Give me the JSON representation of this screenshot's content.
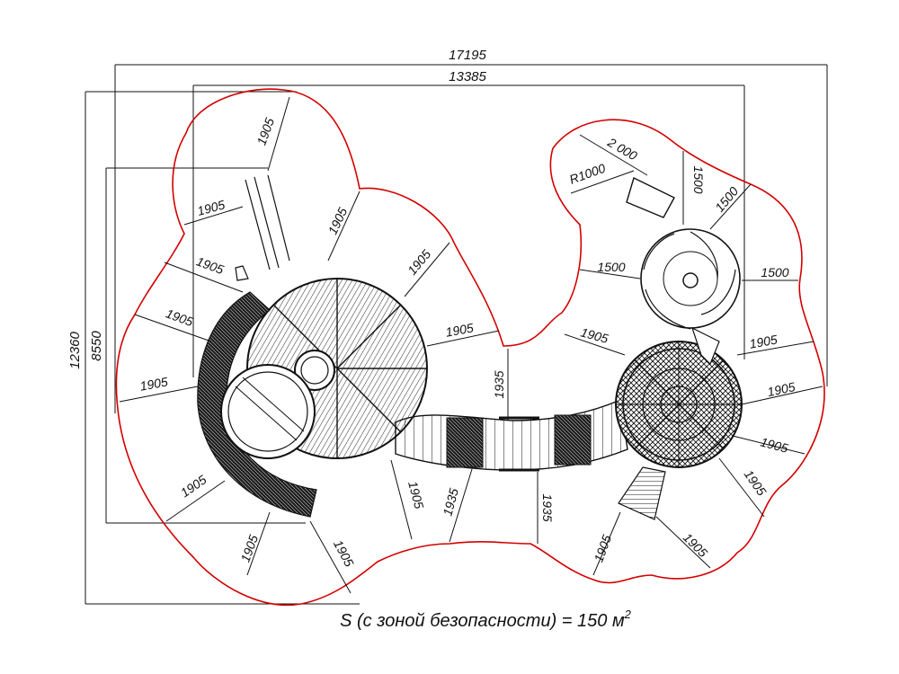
{
  "title": "",
  "overall_dimensions": {
    "width_total": "17195",
    "width_inner": "13385",
    "height_total": "12360",
    "height_inner": "8550"
  },
  "safety_offsets": {
    "main": "1905",
    "bridge": "1935",
    "slide": "1500",
    "slide_length": "2 000",
    "radius": "R1000"
  },
  "caption": "S (с зоной безопасности) = 150 м",
  "caption_superscript": "2",
  "colors": {
    "safety_zone": "#d40000",
    "drawing": "#111111"
  }
}
